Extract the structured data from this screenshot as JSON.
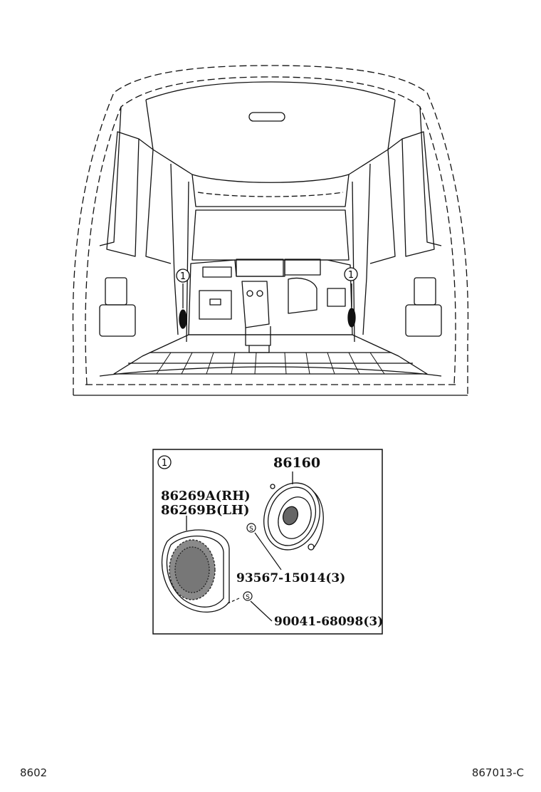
{
  "callout_marker": "1",
  "detail_box": {
    "marker": "1",
    "parts": {
      "speaker": "86160",
      "cover_rh": "86269A(RH)",
      "cover_lh": "86269B(LH)",
      "screw_1": "93567-15014(3)",
      "screw_2": "90041-68098(3)"
    },
    "screw_symbol": "S"
  },
  "footer": {
    "left_code": "8602",
    "right_code": "867013-C"
  }
}
